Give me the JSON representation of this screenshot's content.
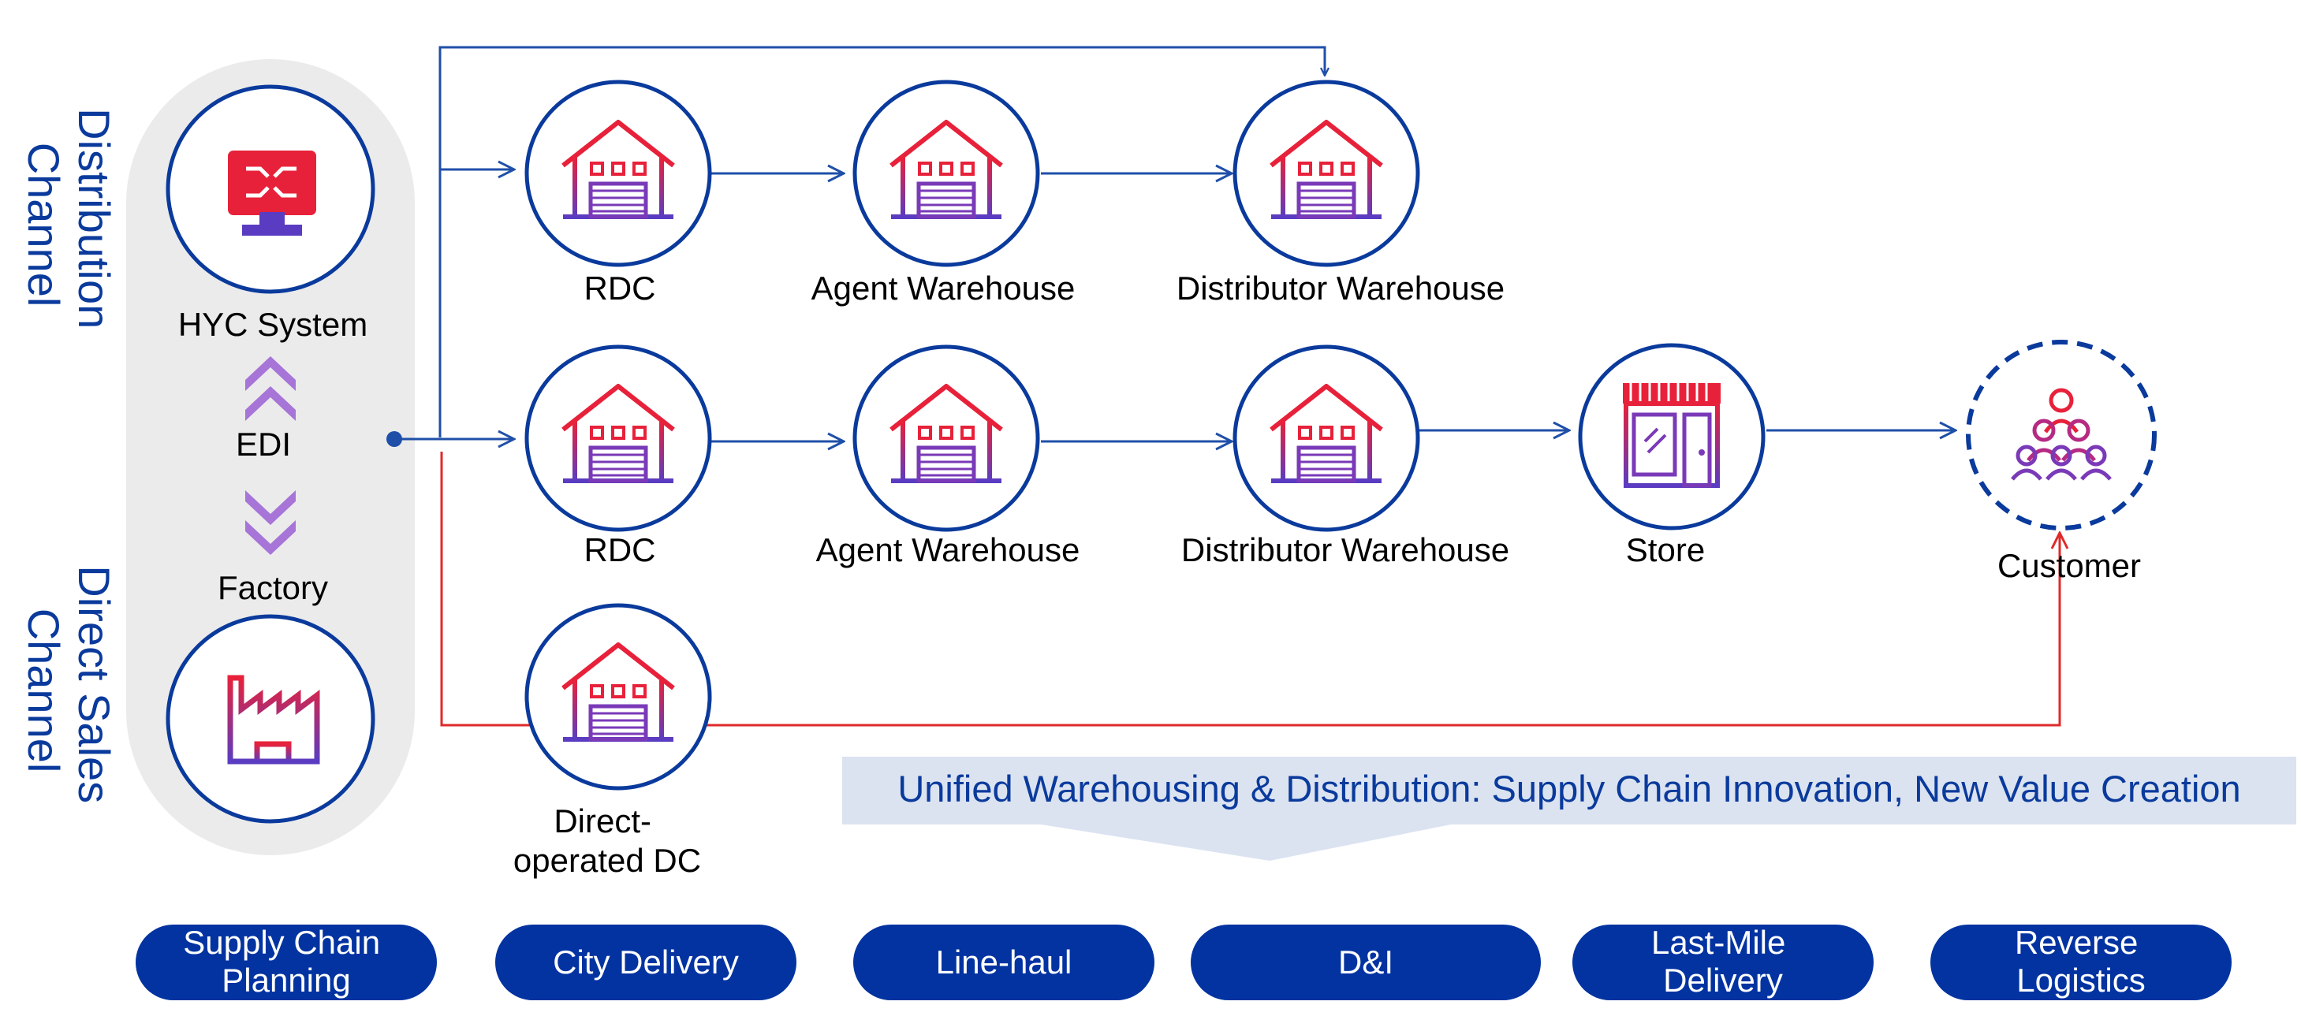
{
  "colors": {
    "primary_blue": "#0a3a9c",
    "arrow_blue": "#1f4fa8",
    "red_line": "#e02a2a",
    "pill_blue": "#0233a1",
    "panel_grey": "#ebebeb",
    "banner_bg": "#dbe3f1"
  },
  "channels": {
    "distribution": [
      "Distribution",
      "Channel"
    ],
    "direct": [
      "Direct Sales",
      "Channel"
    ]
  },
  "left_panel": {
    "system_label": "HYC System",
    "edi_label": "EDI",
    "factory_label": "Factory",
    "system_icon": "computer-monitor-icon",
    "factory_icon": "factory-icon"
  },
  "row1": {
    "nodes": [
      "RDC",
      "Agent Warehouse",
      "Distributor Warehouse"
    ]
  },
  "row2": {
    "nodes": [
      "RDC",
      "Agent Warehouse",
      "Distributor Warehouse",
      "Store",
      "Customer"
    ]
  },
  "row3": {
    "node_lines": [
      "Direct-",
      "operated DC"
    ]
  },
  "banner": "Unified Warehousing & Distribution: Supply Chain Innovation, New Value Creation",
  "services": [
    [
      "Supply Chain",
      "Planning"
    ],
    [
      "City Delivery"
    ],
    [
      "Line-haul"
    ],
    [
      "D&I"
    ],
    [
      "Last-Mile",
      "Delivery"
    ],
    [
      "Reverse",
      "Logistics"
    ]
  ]
}
